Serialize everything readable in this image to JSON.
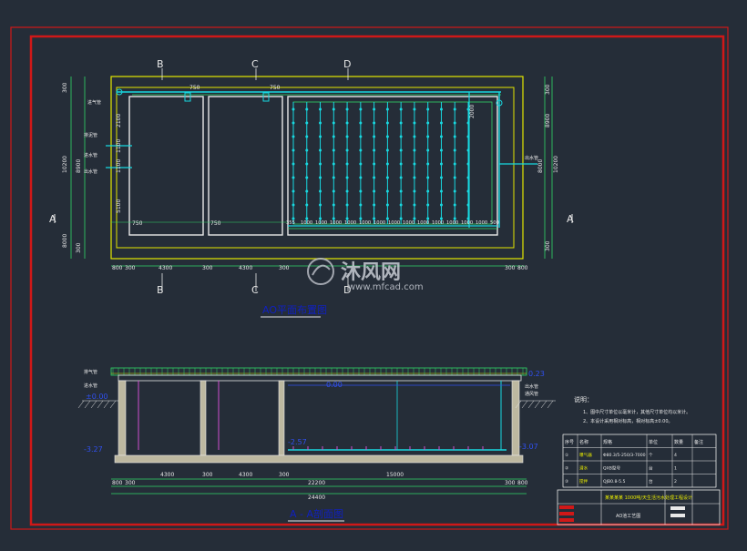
{
  "plan": {
    "title": "AO平面布置图",
    "markers_top": [
      "B",
      "C",
      "D"
    ],
    "markers_bottom": [
      "B",
      "C",
      "D"
    ],
    "section_marker": "A",
    "left_dims": [
      "10200",
      "8900",
      "8000",
      "300",
      "300"
    ],
    "inner_left_dims": [
      "2100",
      "1100",
      "1100",
      "5100"
    ],
    "right_dims": [
      "300",
      "8000",
      "8900",
      "10200",
      "300"
    ],
    "inner_right_dims": [
      "2000"
    ],
    "top_labels": [
      "750",
      "750"
    ],
    "bottom_small": [
      "750",
      "750"
    ],
    "spacing_row": [
      "355",
      "1000",
      "1000",
      "1000",
      "1000",
      "1000",
      "1000",
      "1000",
      "1000",
      "1000",
      "1000",
      "1000",
      "1000",
      "1000",
      "500"
    ],
    "bottom_dims": [
      "800",
      "300",
      "4300",
      "300",
      "4300",
      "300",
      "300",
      "800"
    ],
    "left_notes": [
      "进气管",
      "排泥管",
      "进水管",
      "出水管"
    ],
    "right_note": "出水管"
  },
  "section": {
    "title": "A - A剖面图",
    "elev_left_top": "±0.00",
    "elev_left_bottom": "-3.27",
    "elev_right_top": "0.23",
    "elev_right_bottom": "-3.07",
    "elev_mid": "-2.57",
    "elev_water": "0.00",
    "dims_row1": [
      "4300",
      "300",
      "4300",
      "300",
      "15000"
    ],
    "dims_row2": [
      "800",
      "300",
      "22200",
      "300",
      "800"
    ],
    "dims_total": "24400",
    "left_labels": [
      "排气管",
      "进水管"
    ],
    "right_labels": [
      "出水管",
      "通风管"
    ]
  },
  "watermark": {
    "brand": "沐风网",
    "url": "www.mfcad.com"
  },
  "notes": {
    "heading": "说明：",
    "lines": [
      "1、图中尺寸单位以毫米计，其他尺寸单位均以米计。",
      "2、本设计采用相对标高，相对标高±0.00。"
    ]
  },
  "table": {
    "headers": [
      "序号",
      "名称",
      "规格",
      "单位",
      "数量",
      "备注"
    ],
    "rows": [
      [
        "①",
        "曝气器",
        "Φ80.3/5-250/3-7000",
        "个",
        "4",
        ""
      ],
      [
        "②",
        "潜水",
        "QXB型号",
        "台",
        "1",
        ""
      ],
      [
        "③",
        "搅拌",
        "QJB0.8-5.5",
        "台",
        "2",
        ""
      ]
    ]
  },
  "title_block": {
    "project": "某某某某 1000吨/天生活污水处理工程设计",
    "drawing": "AO池工艺图"
  },
  "colors": {
    "background": "#252d38",
    "frame": "#d01818",
    "outline": "#e5e800",
    "wall": "#e8e8e8",
    "pipe": "#18d8e0",
    "dim": "#30d868",
    "text": "#e8e8e8",
    "accent": "#1020c0",
    "blue": "#3050f0",
    "magenta": "#d050d0"
  }
}
